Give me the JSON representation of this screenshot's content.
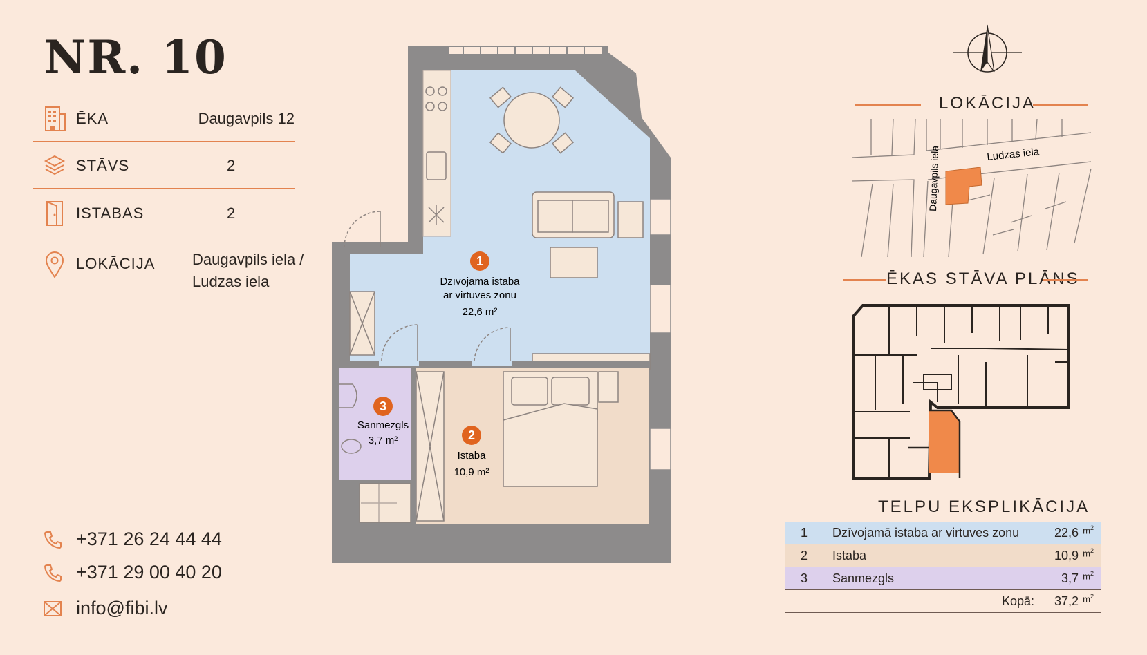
{
  "title": "NR. 10",
  "info": [
    {
      "label": "ĒKA",
      "value": "Daugavpils 12",
      "icon": "building-icon"
    },
    {
      "label": "STĀVS",
      "value": "2",
      "icon": "layers-icon"
    },
    {
      "label": "ISTABAS",
      "value": "2",
      "icon": "door-icon"
    },
    {
      "label": "LOKĀCIJA",
      "value_line1": "Daugavpils iela /",
      "value_line2": "Ludzas iela",
      "icon": "location-pin-icon"
    }
  ],
  "contacts": [
    {
      "text": "+371 26 24 44 44",
      "icon": "phone-icon"
    },
    {
      "text": "+371 29 00 40 20",
      "icon": "phone-icon"
    },
    {
      "text": "info@fibi.lv",
      "icon": "mail-icon"
    }
  ],
  "plan": {
    "rooms": [
      {
        "number": "1",
        "name_line1": "Dzīvojamā istaba",
        "name_line2": "ar virtuves zonu",
        "area": "22,6 m²"
      },
      {
        "number": "2",
        "name_line1": "Istaba",
        "area": "10,9 m²"
      },
      {
        "number": "3",
        "name_line1": "Sanmezgls",
        "area": "3,7 m²"
      }
    ]
  },
  "location": {
    "heading": "LOKĀCIJA",
    "streets": [
      "Ludzas iela",
      "Daugavpils iela"
    ]
  },
  "floor_plan_heading": "ĒKAS STĀVA PLĀNS",
  "explication": {
    "heading": "TELPU EKSPLIKĀCIJA",
    "rows": [
      {
        "n": "1",
        "name": "Dzīvojamā istaba ar virtuves zonu",
        "area": "22,6"
      },
      {
        "n": "2",
        "name": "Istaba",
        "area": "10,9"
      },
      {
        "n": "3",
        "name": "Sanmezgls",
        "area": "3,7"
      }
    ],
    "unit": "m",
    "unit_sup": "2",
    "total_label": "Kopā:",
    "total_area": "37,2"
  },
  "colors": {
    "accent": "#e3834f",
    "room1": "#cddff0",
    "room2": "#f1dcc9",
    "room3": "#ddd0ec",
    "wall": "#8d8b8b"
  }
}
